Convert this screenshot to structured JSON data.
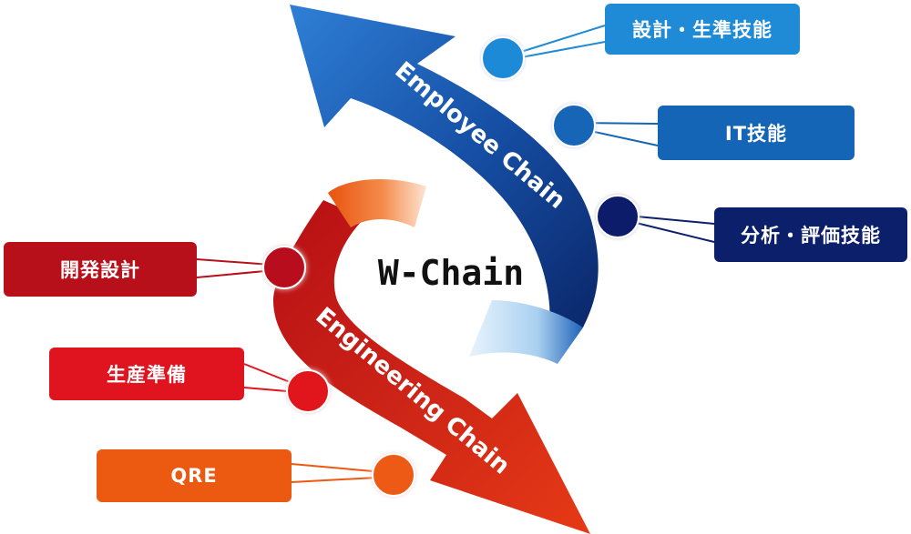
{
  "center": {
    "title": "W-Chain"
  },
  "employee_chain": {
    "label": "Employee Chain",
    "color_dark": "#0d2f7a",
    "color_mid": "#1a5fb4",
    "color_light": "#cfe6f8",
    "items": [
      {
        "label": "設計・生準技能",
        "color": "#1f8ad6"
      },
      {
        "label": "IT技能",
        "color": "#1565b7"
      },
      {
        "label": "分析・評価技能",
        "color": "#0c1f6b"
      }
    ]
  },
  "engineering_chain": {
    "label": "Engineering Chain",
    "color_dark": "#a90f12",
    "color_mid": "#d22a1a",
    "color_light": "#f6b08a",
    "items": [
      {
        "label": "開発設計",
        "color": "#b8101a"
      },
      {
        "label": "生産準備",
        "color": "#e0141f"
      },
      {
        "label": "QRE",
        "color": "#ec5a12"
      }
    ]
  }
}
